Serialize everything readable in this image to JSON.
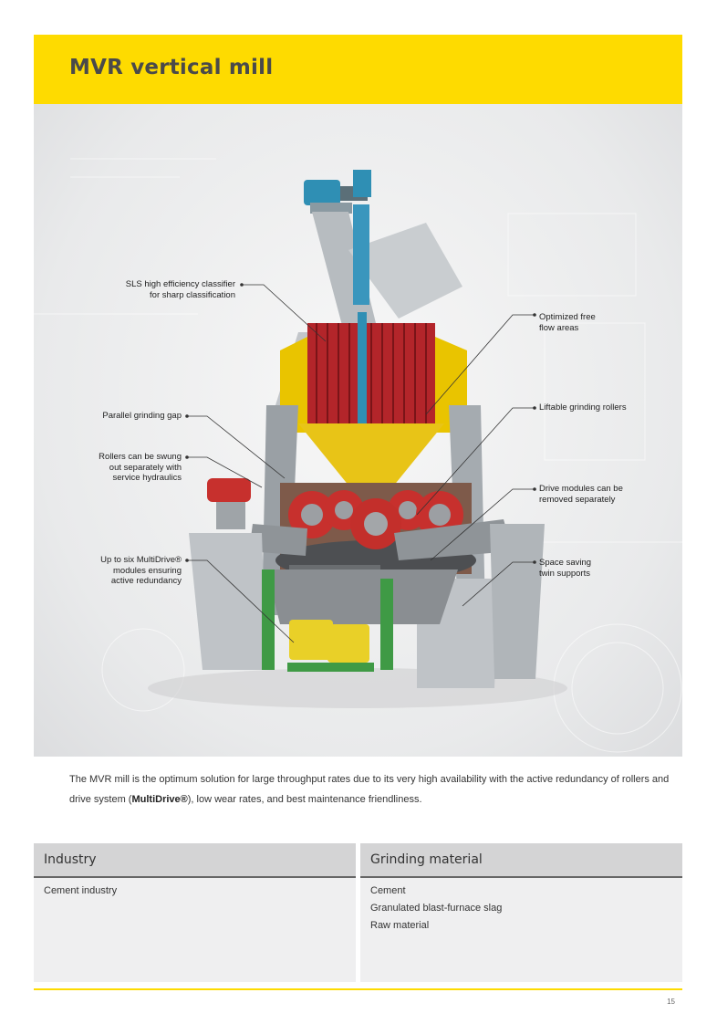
{
  "header": {
    "title": "MVR vertical mill"
  },
  "figure": {
    "callouts_left": [
      {
        "id": "sls",
        "text": "SLS high efficiency classifier\nfor sharp classification"
      },
      {
        "id": "gap",
        "text": "Parallel grinding gap"
      },
      {
        "id": "swing",
        "text": "Rollers can be swung\nout separately with\nservice hydraulics"
      },
      {
        "id": "multidrive",
        "text": "Up to six MultiDrive®\nmodules ensuring\nactive redundancy"
      }
    ],
    "callouts_right": [
      {
        "id": "flow",
        "text": "Optimized free\nflow areas"
      },
      {
        "id": "rollers",
        "text": "Liftable grinding rollers"
      },
      {
        "id": "drive",
        "text": "Drive modules can be\nremoved separately"
      },
      {
        "id": "supports",
        "text": "Space saving\ntwin supports"
      }
    ]
  },
  "caption": {
    "part1": "The MVR mill is the optimum solution for large throughput rates due to its very high availability with the active redundancy of rollers and drive system (",
    "bold": "MultiDrive®",
    "part2": "), low wear rates, and best maintenance friendliness."
  },
  "table": {
    "headers": [
      "Industry",
      "Grinding material"
    ],
    "industry": [
      "Cement industry"
    ],
    "materials": [
      "Cement",
      "Granulated blast-furnace slag",
      "Raw material"
    ]
  },
  "page_number": "15",
  "colors": {
    "accent_yellow": "#fedb00",
    "header_text": "#4a4a4a",
    "table_header": "#d4d4d5",
    "table_cell": "#efeff0"
  }
}
